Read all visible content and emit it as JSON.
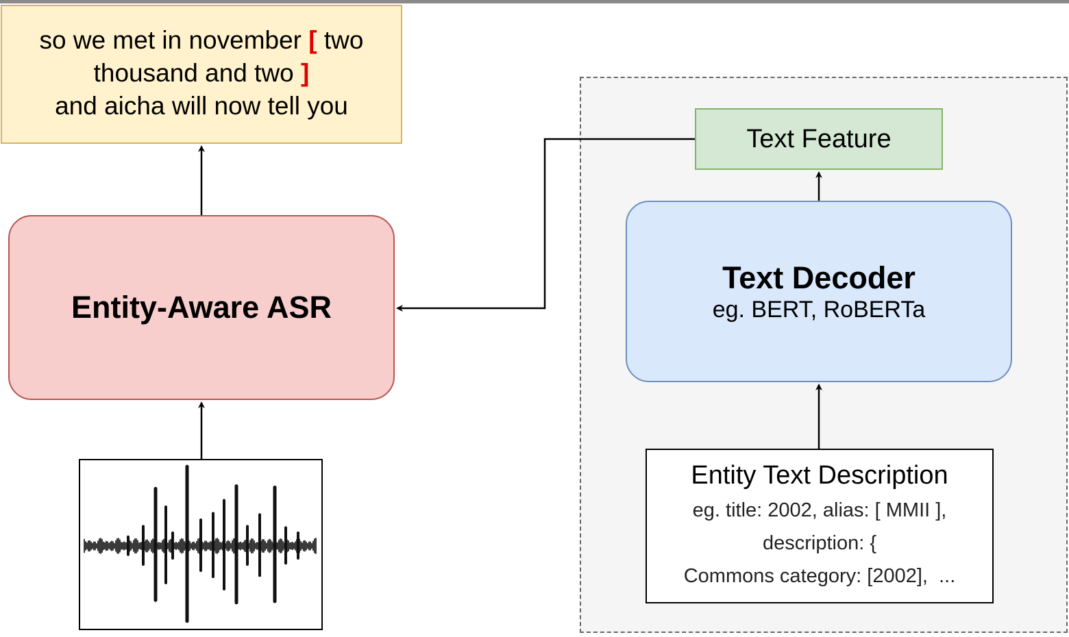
{
  "output": {
    "line1_pre": "so we met in november ",
    "bracket_open": "[",
    "line1_post": " two",
    "line2_pre": "thousand and two ",
    "bracket_close": "]",
    "line3": "and aicha will now tell you"
  },
  "asr": {
    "label": "Entity-Aware ASR"
  },
  "text_feature": {
    "label": "Text Feature"
  },
  "decoder": {
    "title": "Text Decoder",
    "subtitle": "eg. BERT, RoBERTa"
  },
  "entity_description": {
    "title": "Entity Text Description",
    "lines": [
      "eg. title: 2002, alias: [ MMII ],",
      "description: {",
      "Commons category: [2002],  ..."
    ]
  },
  "colors": {
    "output_fill": "#fff2cc",
    "asr_fill": "#f8cecc",
    "decoder_fill": "#dae8fc",
    "feature_fill": "#d5e8d4",
    "bracket": "#e00000"
  },
  "icons": {
    "audio": "waveform-icon"
  }
}
